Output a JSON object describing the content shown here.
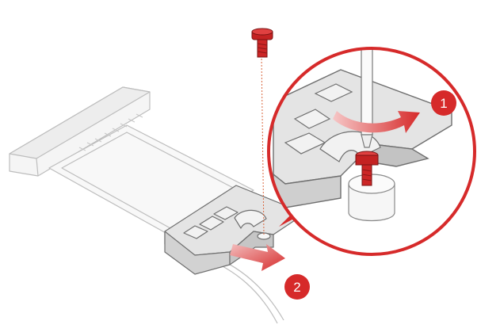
{
  "diagram": {
    "steps": [
      {
        "number": "1",
        "action": "rotate-bracket"
      },
      {
        "number": "2",
        "action": "slide-bracket-out"
      }
    ],
    "colors": {
      "accent": "#D62A2A",
      "accent_dark": "#B11F1F",
      "screw": "#CC2222",
      "outline": "#7A7A7A",
      "light_outline": "#BDBDBD",
      "fill_gray": "#E3E3E3",
      "fill_light": "#F1F1F1",
      "guide_line": "#D9663D"
    },
    "icons": [
      "screw-icon",
      "screwdriver-icon",
      "rotation-arrow-icon",
      "slide-arrow-icon"
    ]
  }
}
